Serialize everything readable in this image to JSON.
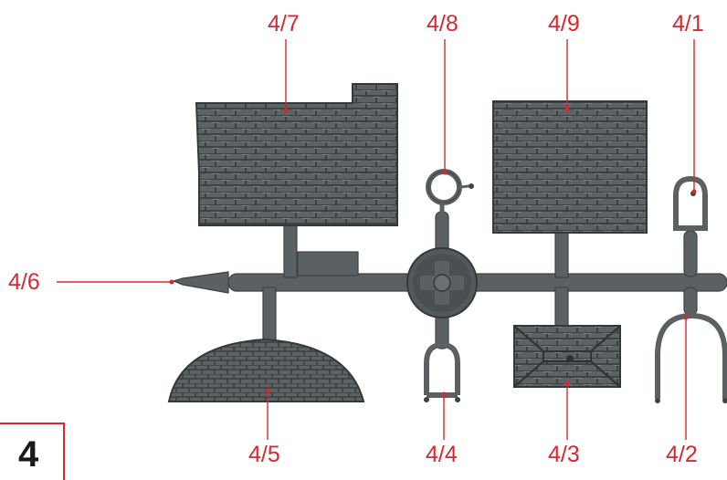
{
  "sheet": {
    "number": "4"
  },
  "colors": {
    "accent": "#d7282f",
    "plastic": "#5b6163",
    "plastic_dark": "#3e4345",
    "stone_line": "#2e3234"
  },
  "parts": [
    {
      "id": "4/7",
      "label": "4/7",
      "depicts": "stone wall panel with stepped corner"
    },
    {
      "id": "4/8",
      "label": "4/8",
      "depicts": "ring"
    },
    {
      "id": "4/9",
      "label": "4/9",
      "depicts": "stone wall panel"
    },
    {
      "id": "4/1",
      "label": "4/1",
      "depicts": "small loop bracket"
    },
    {
      "id": "4/6",
      "label": "4/6",
      "depicts": "spike tip"
    },
    {
      "id": "4/5",
      "label": "4/5",
      "depicts": "cobblestone dome"
    },
    {
      "id": "4/4",
      "label": "4/4",
      "depicts": "U-shaped bracket"
    },
    {
      "id": "4/3",
      "label": "4/3",
      "depicts": "stone pyramid cap"
    },
    {
      "id": "4/2",
      "label": "4/2",
      "depicts": "arch handle"
    }
  ],
  "icons": {
    "sprue": "sprue-runner-icon"
  }
}
